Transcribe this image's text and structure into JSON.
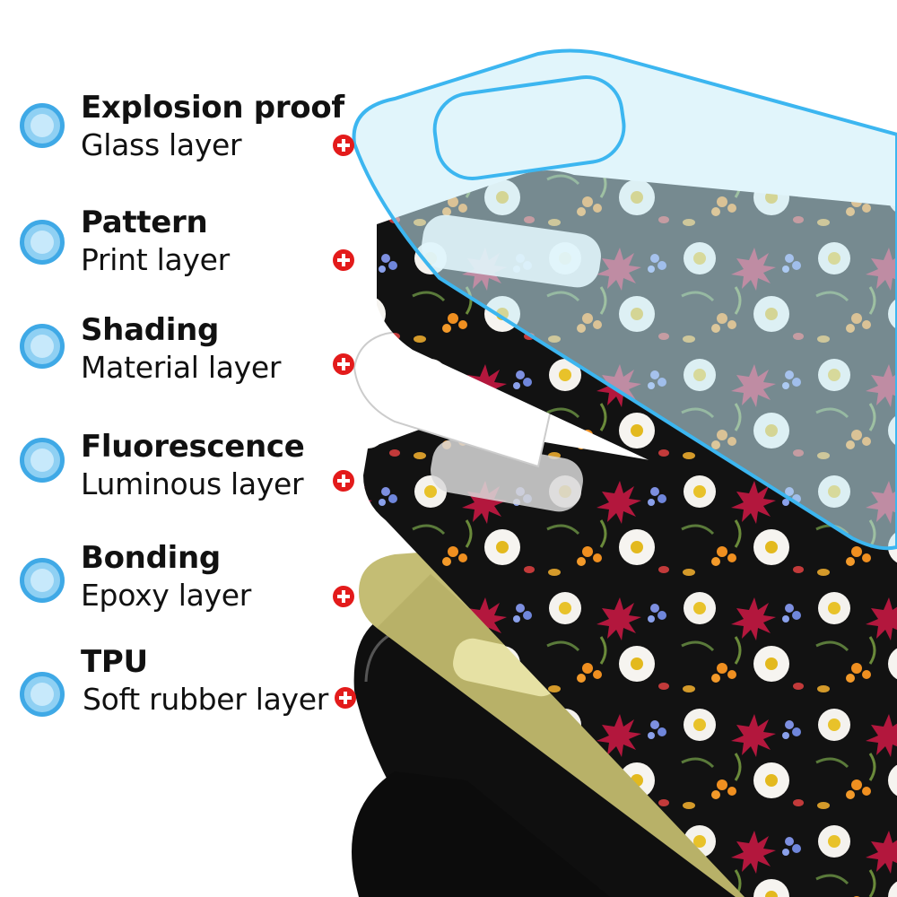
{
  "layers": [
    {
      "title": "Explosion proof",
      "subtitle": "Glass layer"
    },
    {
      "title": "Pattern",
      "subtitle": "Print layer"
    },
    {
      "title": "Shading",
      "subtitle": "Material layer"
    },
    {
      "title": "Fluorescence",
      "subtitle": "Luminous layer"
    },
    {
      "title": "Bonding",
      "subtitle": "Epoxy layer"
    },
    {
      "title": "TPU",
      "subtitle": "Soft rubber layer"
    }
  ],
  "colors": {
    "bullet": "#3fa9e6",
    "marker": "#e31b1b",
    "glass_edge": "#3cb6f0",
    "floral_background": "#111111",
    "epoxy": "#c9c27a",
    "tpu": "#0d0d0d"
  },
  "icons": [
    "bullet-circle-icon",
    "plus-marker-icon"
  ]
}
